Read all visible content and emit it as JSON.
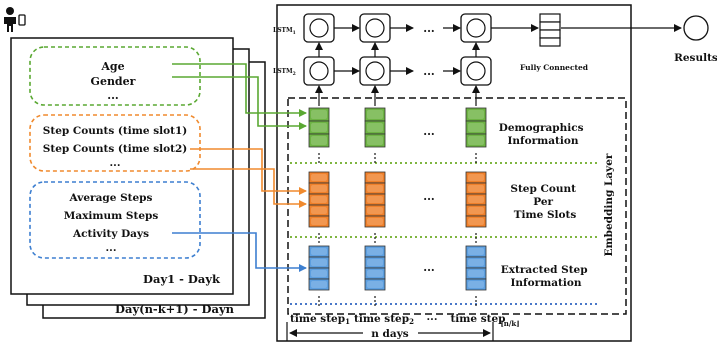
{
  "left_panel": {
    "demographics": [
      "Age",
      "Gender",
      "..."
    ],
    "step_counts": [
      "Step Counts (time slot1)",
      "Step Counts (time slot2)",
      "..."
    ],
    "extracted": [
      "Average Steps",
      "Maximum Steps",
      "Activity Days",
      "..."
    ],
    "front_page_label": "Day1 - Dayk",
    "back_page_label": "Day(n-k+1) - Dayn"
  },
  "model": {
    "lstm1_label": "LSTM",
    "lstm1_sub": "1",
    "lstm2_label": "LSTM",
    "lstm2_sub": "2",
    "ellipsis": "...",
    "fully_connected": "Fully Connected",
    "results": "Results",
    "embedding_layer": "Embedding Layer",
    "band_labels": {
      "demographics": [
        "Demographics",
        "Information"
      ],
      "step_count": [
        "Step Count",
        "Per",
        "Time Slots"
      ],
      "extracted": [
        "Extracted Step",
        "Information"
      ]
    },
    "time_steps": [
      {
        "text": "time step",
        "sub": "1"
      },
      {
        "text": "time step",
        "sub": "2"
      },
      {
        "text": "time step",
        "sub": ""
      }
    ],
    "time_ellipsis": "...",
    "n_by_k": "⌊n/k⌋",
    "n_days": "n days"
  },
  "colors": {
    "green_fill": "#6db343",
    "green_line": "#5aa832",
    "orange_fill": "#f0802a",
    "orange_line": "#f08a2e",
    "blue_fill": "#5d9fe0",
    "blue_line": "#3d7fd0",
    "dotted_green": "#7fb640",
    "dotted_blue": "#4a78c8"
  },
  "icons": [
    "person-icon",
    "phone-icon"
  ]
}
